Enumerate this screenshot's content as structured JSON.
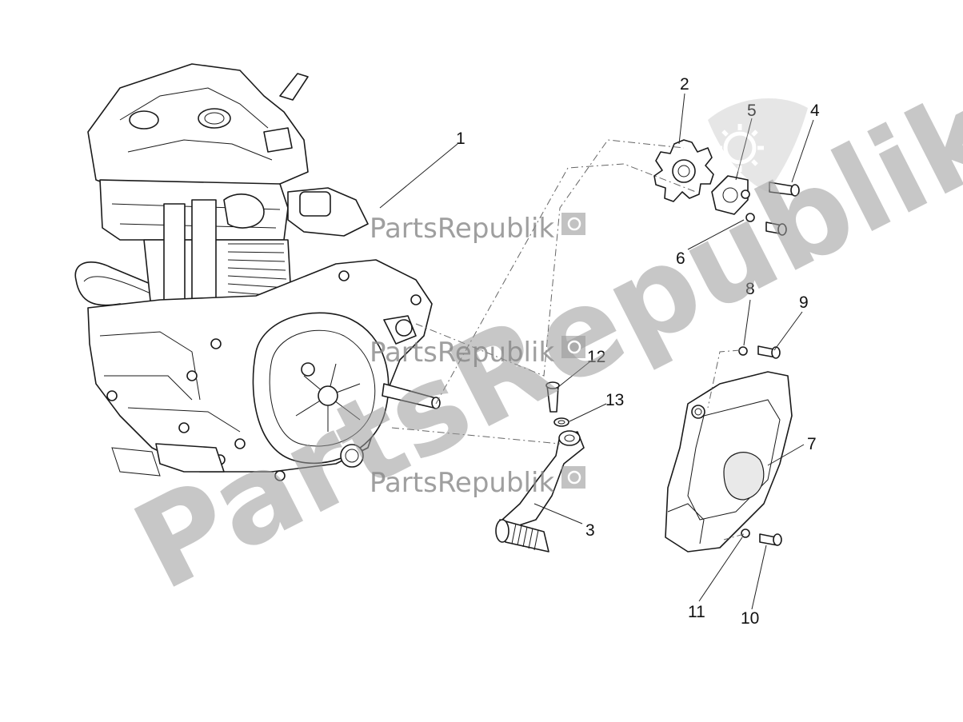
{
  "watermark": {
    "big_text": "PartsRepublik",
    "small_text": "PartsRepublik"
  },
  "callouts": [
    {
      "id": "1",
      "label": "1"
    },
    {
      "id": "2a",
      "label": "2"
    },
    {
      "id": "5",
      "label": "5"
    },
    {
      "id": "4",
      "label": "4"
    },
    {
      "id": "6",
      "label": "6"
    },
    {
      "id": "8",
      "label": "8"
    },
    {
      "id": "9",
      "label": "9"
    },
    {
      "id": "12",
      "label": "12"
    },
    {
      "id": "13",
      "label": "13"
    },
    {
      "id": "7",
      "label": "7"
    },
    {
      "id": "3",
      "label": "3"
    },
    {
      "id": "11",
      "label": "11"
    },
    {
      "id": "10",
      "label": "10"
    }
  ],
  "icons": {
    "watermark_logo": "gear-flag-icon"
  }
}
